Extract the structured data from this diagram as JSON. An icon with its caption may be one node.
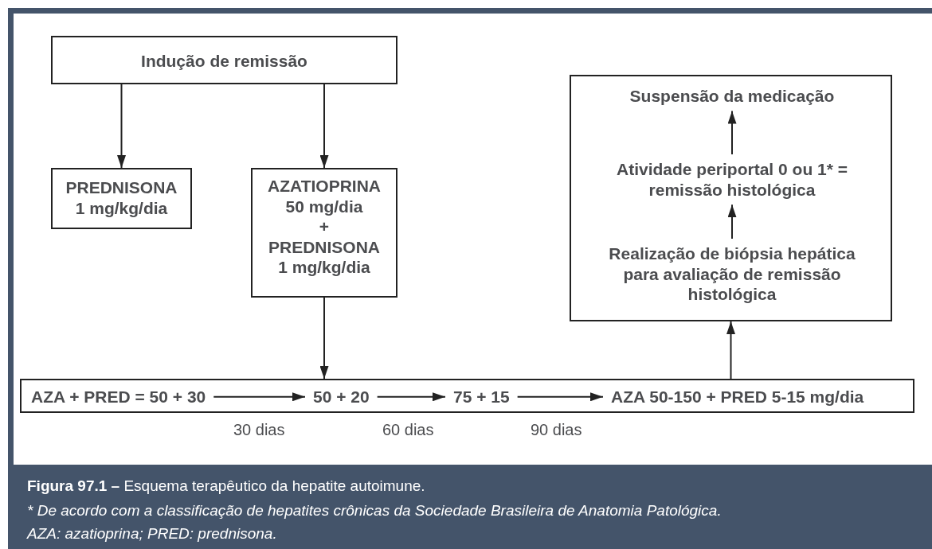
{
  "diagram": {
    "caption": "**Figura 97.1 –** Esquema terapêutico da hepatite autoimune.",
    "nodes": [
      {
        "text": [
          "Indução de remissão"
        ]
      },
      {
        "text": [
          "PREDNISONA",
          "1 mg/kg/dia"
        ]
      },
      {
        "text": [
          "AZATIOPRINA",
          "50 mg/dia",
          "+",
          "PREDNISONA",
          "1 mg/kg/dia"
        ]
      },
      {
        "text": [],
        "shape": "box"
      },
      {
        "text": [
          "Suspensão da medicação"
        ],
        "in": 3
      },
      {
        "text": [
          "Atividade periportal 0 ou 1* = remissão histológica"
        ],
        "in": 3
      },
      {
        "text": [
          "Realização de biópsia hepática para avaliação de remissão histológica"
        ],
        "in": 3
      },
      {
        "text": [],
        "shape": "box"
      },
      {
        "text": [
          "AZA + PRED = 50 + 30"
        ],
        "in": 7
      },
      {
        "text": [
          "50 + 20"
        ],
        "in": 7
      },
      {
        "text": [
          "75 + 15"
        ],
        "in": 7
      },
      {
        "text": [
          "AZA 50-150 + PRED 5-15 mg/dia"
        ],
        "in": 7
      }
    ],
    "edges": [
      {
        "from": 0,
        "to": 1,
        "arrow": "to"
      },
      {
        "from": 0,
        "to": 2,
        "arrow": "to"
      },
      {
        "from": 2,
        "to": 7,
        "arrow": "to"
      },
      {
        "from": 8,
        "to": 9,
        "arrow": "to"
      },
      {
        "from": 9,
        "to": 10,
        "arrow": "to"
      },
      {
        "from": 10,
        "to": 11,
        "arrow": "to"
      },
      {
        "from": 7,
        "to": 3,
        "arrow": "to"
      },
      {
        "from": 6,
        "to": 5,
        "arrow": "to"
      },
      {
        "from": 5,
        "to": 4,
        "arrow": "to"
      }
    ],
    "labels": [
      "30 dias",
      "60 dias",
      "90 dias",
      "* De acordo com a classificação de hepatites crônicas da Sociedade Brasileira de Anatomia Patológica.",
      "AZA: azatioprina; PRED: prednisona."
    ]
  }
}
